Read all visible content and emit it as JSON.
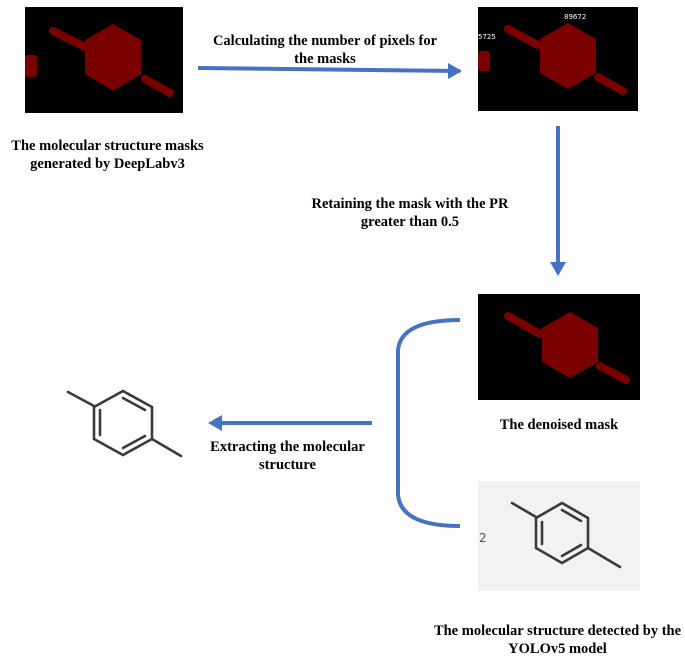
{
  "labels": {
    "mask_generated": "The molecular structure masks generated by DeepLabv3",
    "calc_pixels": "Calculating the number of pixels for the masks",
    "retaining": "Retaining the mask with the PR greater than 0.5",
    "denoised": "The denoised mask",
    "extracting": "Extracting the molecular structure",
    "detected": "The molecular structure detected by the YOLOv5 model"
  },
  "pixel_counts": {
    "small_mask": "5725",
    "large_mask": "89672"
  },
  "yolo_crop_text": "2",
  "colors": {
    "mask_red": "#7a0000",
    "arrow_blue": "#4472c4",
    "panel_bg": "#000000",
    "crop_bg": "#f2f2f2",
    "bond_gray": "#3a3a3a"
  }
}
